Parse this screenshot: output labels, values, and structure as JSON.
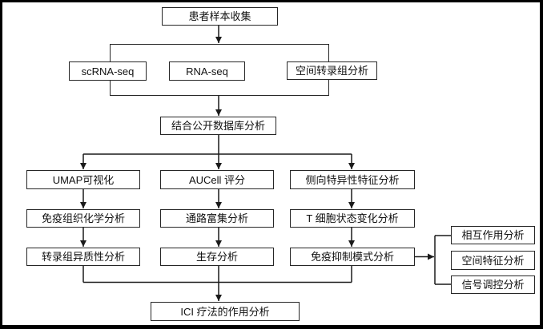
{
  "nodes": {
    "patient_sample_collection": "患者样本收集",
    "scrna_seq": "scRNA-seq",
    "rna_seq": "RNA-seq",
    "spatial_transcriptomics": "空间转录组分析",
    "public_database_analysis": "结合公开数据库分析",
    "umap_visualization": "UMAP可视化",
    "immunohistochemistry_analysis": "免疫组织化学分析",
    "transcriptome_heterogeneity_analysis": "转录组异质性分析",
    "aucell_score": "AUCell 评分",
    "pathway_enrichment_analysis": "通路富集分析",
    "survival_analysis": "生存分析",
    "lateral_specificity_feature_analysis": "侧向特异性特征分析",
    "t_cell_state_change_analysis": "T 细胞状态变化分析",
    "immunosuppression_pattern_analysis": "免疫抑制模式分析",
    "interaction_analysis": "相互作用分析",
    "spatial_feature_analysis": "空间特征分析",
    "signal_regulation_analysis": "信号调控分析",
    "ici_therapy_effect_analysis": "ICI 疗法的作用分析"
  },
  "colors": {
    "frame_border": "#000000",
    "box_border": "#262626",
    "connector_line": "#1a1a1a",
    "background": "#ffffff",
    "text": "#111111"
  }
}
